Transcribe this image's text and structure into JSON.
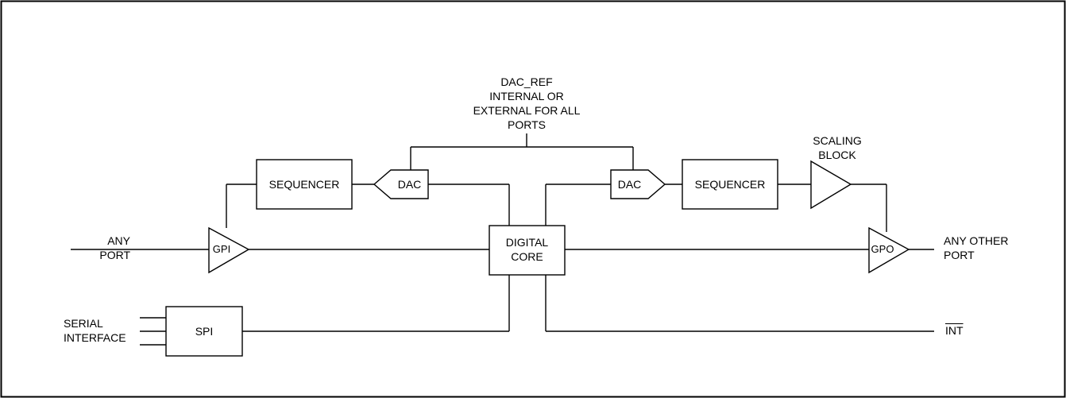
{
  "labels": {
    "dac_ref_line1": "DAC_REF",
    "dac_ref_line2": "INTERNAL OR",
    "dac_ref_line3": "EXTERNAL FOR ALL",
    "dac_ref_line4": "PORTS",
    "scaling_line1": "SCALING",
    "scaling_line2": "BLOCK",
    "any_port_line1": "ANY",
    "any_port_line2": "PORT",
    "any_other_port_line1": "ANY OTHER",
    "any_other_port_line2": "PORT",
    "serial_line1": "SERIAL",
    "serial_line2": "INTERFACE",
    "int": "INT"
  },
  "blocks": {
    "sequencer_left": "SEQUENCER",
    "sequencer_right": "SEQUENCER",
    "dac_left": "DAC",
    "dac_right": "DAC",
    "digital_core_line1": "DIGITAL",
    "digital_core_line2": "CORE",
    "spi": "SPI",
    "gpi": "GPI",
    "gpo": "GPO"
  }
}
